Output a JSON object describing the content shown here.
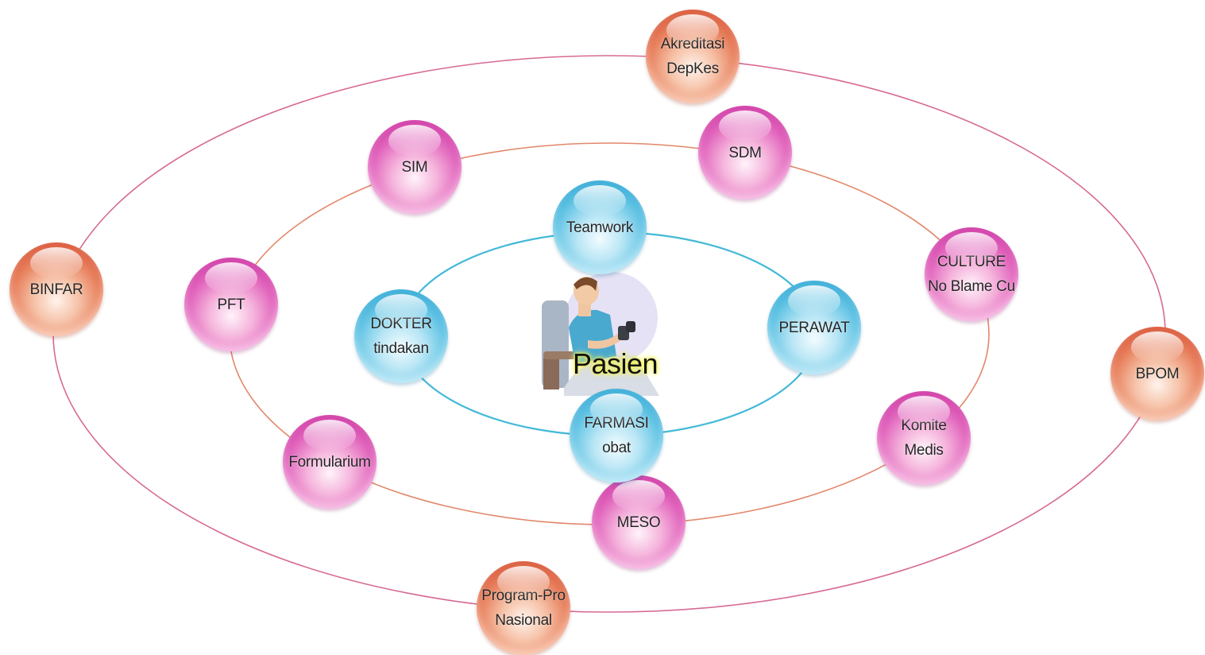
{
  "center": {
    "label": "Pasien",
    "icon": "patient-illustration-icon"
  },
  "orbits": {
    "inner": {
      "color": "#43b9d8",
      "nodes": [
        {
          "id": "teamwork",
          "lines": [
            "Teamwork"
          ]
        },
        {
          "id": "perawat",
          "lines": [
            "PERAWAT"
          ]
        },
        {
          "id": "farmasi",
          "lines": [
            "FARMASI",
            "obat"
          ]
        },
        {
          "id": "dokter",
          "lines": [
            "DOKTER",
            "tindakan"
          ]
        }
      ]
    },
    "middle": {
      "color": "#e2876a",
      "node_color": "#e268be",
      "nodes": [
        {
          "id": "sim",
          "lines": [
            "SIM"
          ]
        },
        {
          "id": "sdm",
          "lines": [
            "SDM"
          ]
        },
        {
          "id": "culture",
          "lines": [
            "CULTURE",
            "No Blame Cu"
          ]
        },
        {
          "id": "komite-medis",
          "lines": [
            "Komite",
            "Medis"
          ]
        },
        {
          "id": "meso",
          "lines": [
            "MESO"
          ]
        },
        {
          "id": "formularium",
          "lines": [
            "Formularium"
          ]
        },
        {
          "id": "pft",
          "lines": [
            "PFT"
          ]
        }
      ]
    },
    "outer": {
      "color": "#d76a95",
      "node_color": "#e8825f",
      "nodes": [
        {
          "id": "akreditasi",
          "lines": [
            "Akreditasi",
            "DepKes"
          ]
        },
        {
          "id": "bpom",
          "lines": [
            "BPOM"
          ]
        },
        {
          "id": "program",
          "lines": [
            "Program-Pro",
            "Nasional"
          ]
        },
        {
          "id": "binfar",
          "lines": [
            "BINFAR"
          ]
        }
      ]
    }
  }
}
